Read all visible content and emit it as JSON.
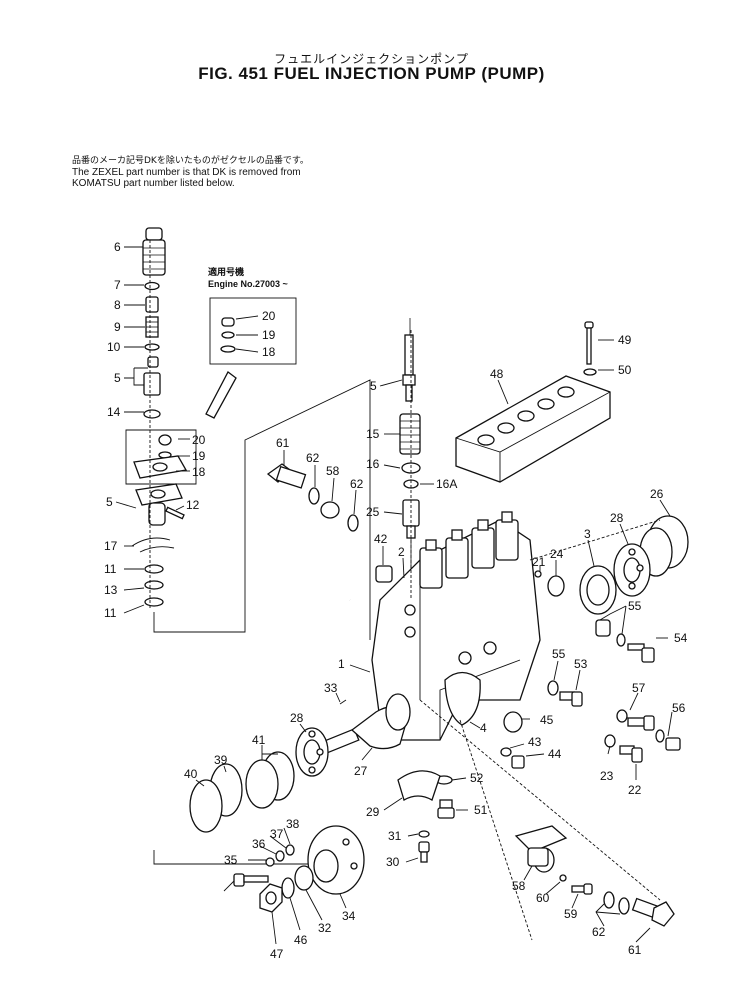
{
  "title": {
    "japanese": "フュエルインジェクションポンプ",
    "figure": "FIG. 451  FUEL INJECTION PUMP (PUMP)"
  },
  "notes": {
    "line1_jp": "品番のメーカ記号DKを除いたものがゼクセルの品番です。",
    "line2": "The ZEXEL part number is that DK is removed from",
    "line3": "KOMATSU part number listed below."
  },
  "inset": {
    "jp_label": "適用号機",
    "engine_label": "Engine No.27003 ~"
  },
  "callouts": [
    "6",
    "7",
    "8",
    "9",
    "10",
    "5",
    "14",
    "20",
    "19",
    "18",
    "5",
    "12",
    "17",
    "11",
    "13",
    "11",
    "20",
    "19",
    "18",
    "5",
    "15",
    "16",
    "16A",
    "25",
    "61",
    "62",
    "58",
    "62",
    "42",
    "2",
    "49",
    "50",
    "48",
    "26",
    "28",
    "3",
    "24",
    "21",
    "55",
    "54",
    "55",
    "53",
    "1",
    "33",
    "28",
    "41",
    "39",
    "40",
    "27",
    "4",
    "45",
    "43",
    "44",
    "52",
    "57",
    "56",
    "23",
    "22",
    "29",
    "51",
    "31",
    "30",
    "38",
    "37",
    "36",
    "35",
    "34",
    "32",
    "46",
    "47",
    "58",
    "60",
    "59",
    "62",
    "61"
  ]
}
